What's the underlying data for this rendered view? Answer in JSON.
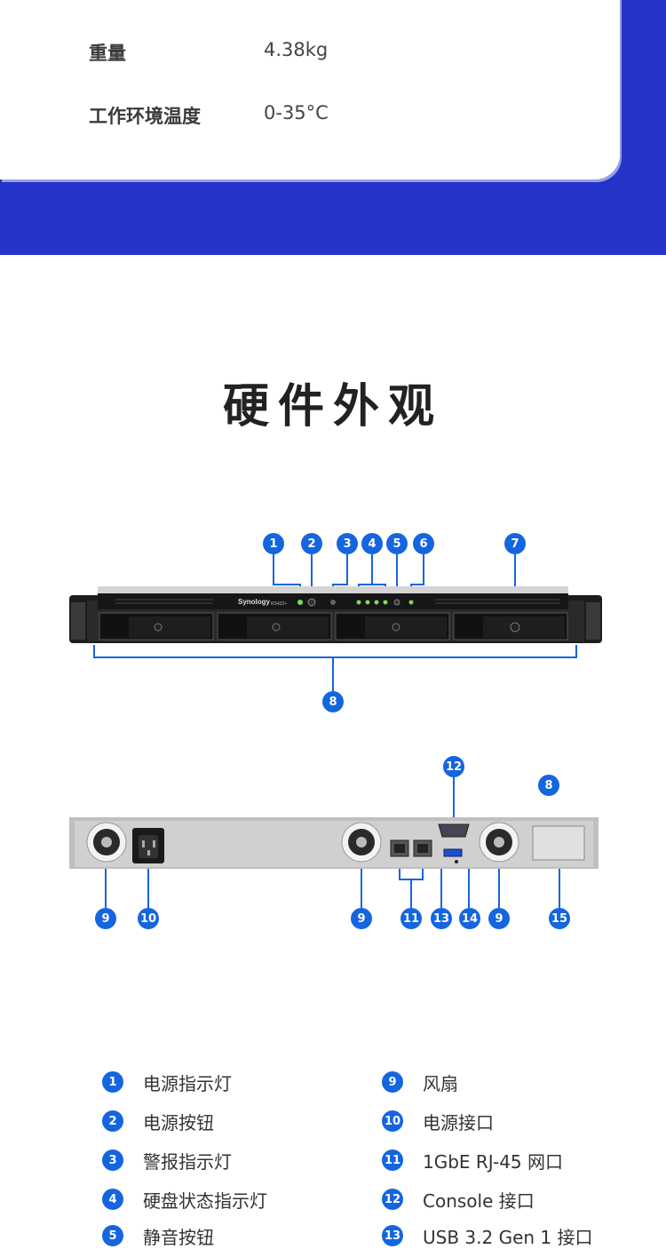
{
  "specs": [
    {
      "label": "重量",
      "value": "4.38kg"
    },
    {
      "label": "工作环境温度",
      "value": "0-35°C"
    }
  ],
  "section_title": "硬件外观",
  "front_panel": {
    "brand": "Synology",
    "model": "RS422+",
    "callouts": [
      "1",
      "2",
      "3",
      "4",
      "5",
      "6",
      "7",
      "8"
    ]
  },
  "rear_panel": {
    "callouts": [
      "12",
      "8",
      "9",
      "10",
      "9",
      "11",
      "13",
      "14",
      "9",
      "15"
    ]
  },
  "legend": {
    "left": [
      {
        "num": "1",
        "text": "电源指示灯"
      },
      {
        "num": "2",
        "text": "电源按钮"
      },
      {
        "num": "3",
        "text": "警报指示灯"
      },
      {
        "num": "4",
        "text": "硬盘状态指示灯"
      },
      {
        "num": "5",
        "text": "静音按钮"
      }
    ],
    "right": [
      {
        "num": "9",
        "text": "风扇"
      },
      {
        "num": "10",
        "text": "电源接口"
      },
      {
        "num": "11",
        "text": "1GbE RJ-45 网口"
      },
      {
        "num": "12",
        "text": "Console 接口"
      },
      {
        "num": "13",
        "text": "USB 3.2 Gen 1 接口"
      }
    ]
  }
}
